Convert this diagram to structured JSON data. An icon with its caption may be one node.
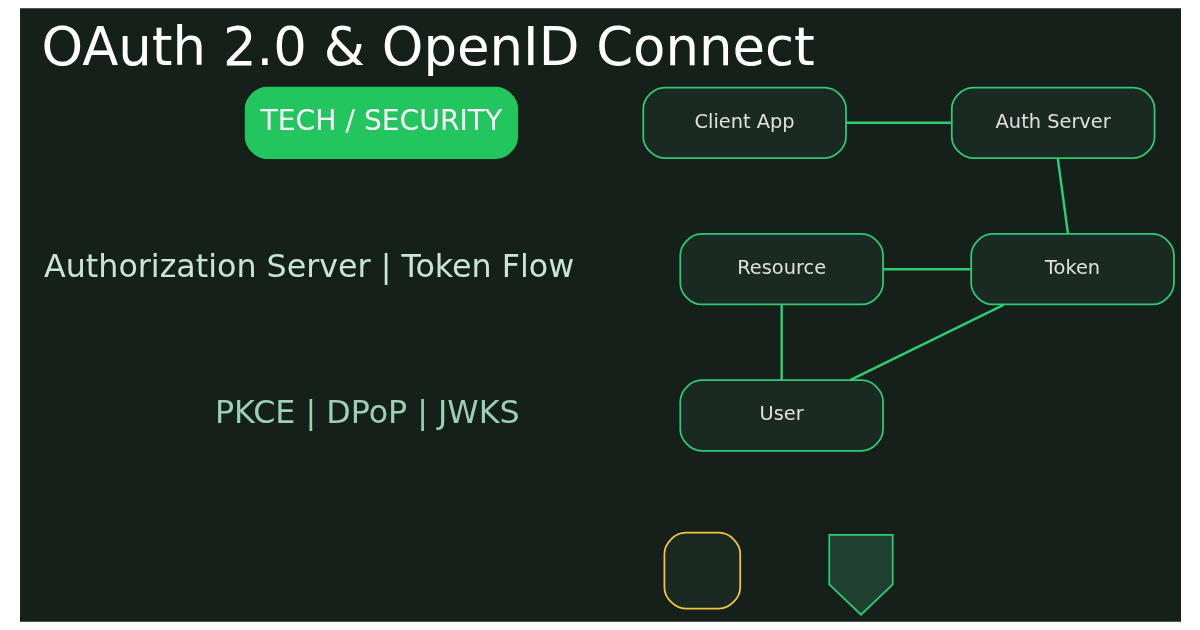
{
  "diagram": {
    "title": "OAuth 2.0 & OpenID Connect",
    "nodes": [
      {
        "text": [
          "Client App"
        ]
      },
      {
        "text": [
          "Auth Server"
        ]
      },
      {
        "text": [
          "Resource"
        ]
      },
      {
        "text": [
          "Token"
        ]
      },
      {
        "text": [
          "User"
        ]
      },
      {
        "text": [],
        "shape": "box"
      },
      {
        "text": [],
        "shape": "shield"
      }
    ],
    "edges": [
      {
        "from": 0,
        "to": 1,
        "arrow": "none"
      },
      {
        "from": 1,
        "to": 3,
        "arrow": "none"
      },
      {
        "from": 2,
        "to": 3,
        "arrow": "none"
      },
      {
        "from": 2,
        "to": 4,
        "arrow": "none"
      },
      {
        "from": 3,
        "to": 4,
        "arrow": "none"
      }
    ],
    "labels": [
      "TECH / SECURITY",
      "Authorization Server | Token Flow",
      "PKCE | DPoP | JWKS"
    ]
  }
}
